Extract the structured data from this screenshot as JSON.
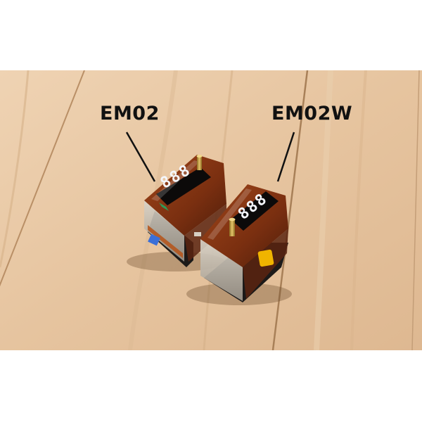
{
  "labels": {
    "left": "EM02",
    "right": "EM02W"
  },
  "displays": {
    "left": "888",
    "right": "888"
  },
  "colors": {
    "background": "#ffffff",
    "wood": "#e8c9a6",
    "amber_shell": "#8a3a14",
    "led_segment": "#f4f6fb",
    "annotation": "#111111",
    "button_yellow": "#f0b400",
    "dial_blue": "#3a6fd8"
  }
}
